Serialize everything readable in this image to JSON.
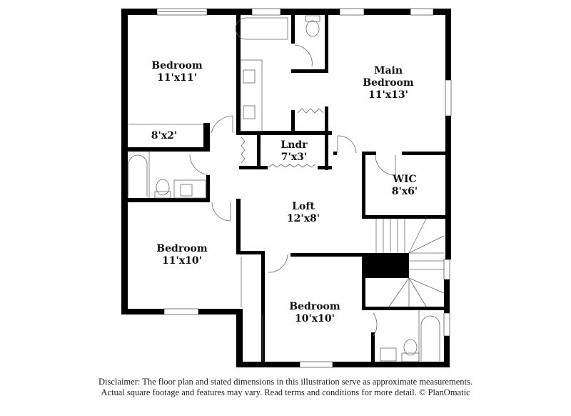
{
  "floor_plan": {
    "rooms": [
      {
        "id": "bedroom-nw",
        "name": "Bedroom",
        "dims": "11'x11'"
      },
      {
        "id": "closet-nw",
        "name": "",
        "dims": "8'x2'"
      },
      {
        "id": "main-bedroom",
        "name": "Main Bedroom",
        "name_line1": "Main",
        "name_line2": "Bedroom",
        "dims": "11'x13'"
      },
      {
        "id": "laundry",
        "name": "Lndr",
        "dims": "7'x3'"
      },
      {
        "id": "wic",
        "name": "WIC",
        "dims": "8'x6'"
      },
      {
        "id": "loft",
        "name": "Loft",
        "dims": "12'x8'"
      },
      {
        "id": "bedroom-sw",
        "name": "Bedroom",
        "dims": "11'x10'"
      },
      {
        "id": "bedroom-s",
        "name": "Bedroom",
        "dims": "10'x10'"
      }
    ]
  },
  "disclaimer": {
    "line1": "Disclaimer: The floor plan and stated dimensions in this illustration serve as approximate measurements.",
    "line2": "Actual square footage and features may vary. Read terms and conditions for more detail. © PlanOmatic"
  }
}
